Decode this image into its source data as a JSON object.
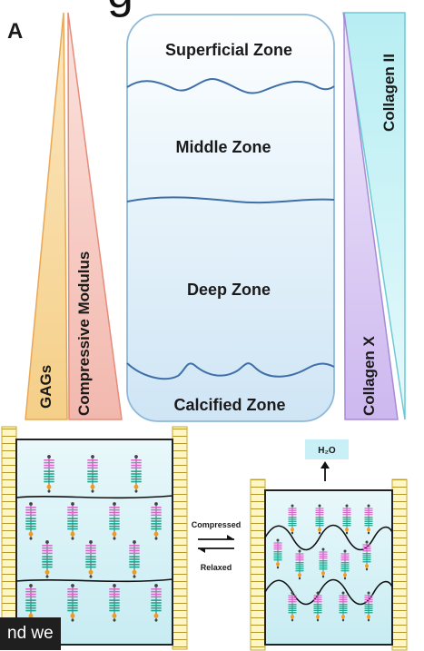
{
  "panel_label": "A",
  "top_cut_glyph": "g",
  "zones": {
    "superficial": "Superficial Zone",
    "middle": "Middle Zone",
    "deep": "Deep Zone",
    "calcified": "Calcified Zone"
  },
  "left_wedges": {
    "gags": "GAGs",
    "modulus": "Compressive Modulus"
  },
  "right_wedges": {
    "collagen2": "Collagen II",
    "collagen10": "Collagen X"
  },
  "bottom": {
    "water": "H₂O",
    "compressed": "Compressed",
    "relaxed": "Relaxed"
  },
  "caption_fragment": "nd we",
  "colors": {
    "gags": "#f7d9a0",
    "modulus": "#f6c8c0",
    "collagen2": "#c6f0f4",
    "collagen10": "#dccdf2",
    "zone_fill": "#e6f3fb",
    "zone_border": "#8fb9d8"
  }
}
